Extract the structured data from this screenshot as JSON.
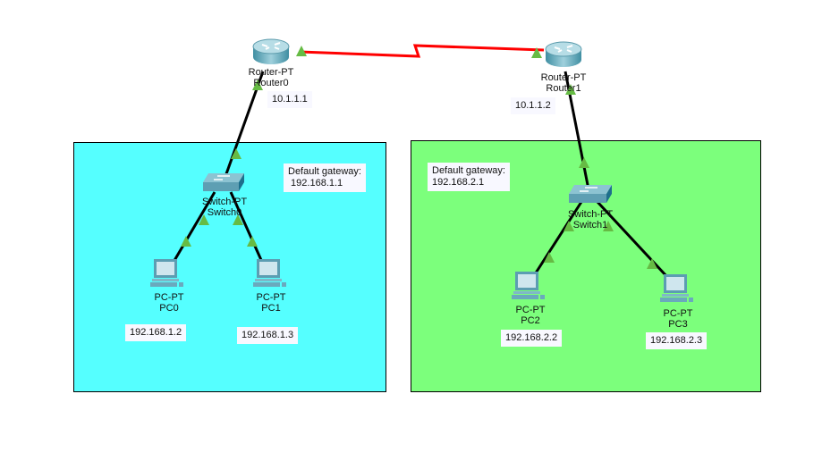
{
  "colors": {
    "lan_left": "#55ffff",
    "lan_right": "#7cff7c",
    "serial_link": "#ff0000",
    "ethernet_link": "#000000",
    "link_up_indicator": "#66bb44"
  },
  "devices": {
    "router0": {
      "model": "Router-PT",
      "name": "Router0",
      "ip": "10.1.1.1"
    },
    "router1": {
      "model": "Router-PT",
      "name": "Router1",
      "ip": "10.1.1.2"
    },
    "switch0": {
      "model": "Switch-PT",
      "name": "Switch0"
    },
    "switch1": {
      "model": "Switch-PT",
      "name": "Switch1"
    },
    "pc0": {
      "model": "PC-PT",
      "name": "PC0",
      "ip": "192.168.1.2"
    },
    "pc1": {
      "model": "PC-PT",
      "name": "PC1",
      "ip": "192.168.1.3"
    },
    "pc2": {
      "model": "PC-PT",
      "name": "PC2",
      "ip": "192.168.2.2"
    },
    "pc3": {
      "model": "PC-PT",
      "name": "PC3",
      "ip": "192.168.2.3"
    }
  },
  "notes": {
    "left_gateway": "Default gateway:\n 192.168.1.1",
    "right_gateway": "Default gateway:\n192.168.2.1"
  },
  "links": [
    {
      "from": "Router0",
      "to": "Router1",
      "type": "serial"
    },
    {
      "from": "Router0",
      "to": "Switch0",
      "type": "ethernet"
    },
    {
      "from": "Router1",
      "to": "Switch1",
      "type": "ethernet"
    },
    {
      "from": "Switch0",
      "to": "PC0",
      "type": "ethernet"
    },
    {
      "from": "Switch0",
      "to": "PC1",
      "type": "ethernet"
    },
    {
      "from": "Switch1",
      "to": "PC2",
      "type": "ethernet"
    },
    {
      "from": "Switch1",
      "to": "PC3",
      "type": "ethernet"
    }
  ]
}
